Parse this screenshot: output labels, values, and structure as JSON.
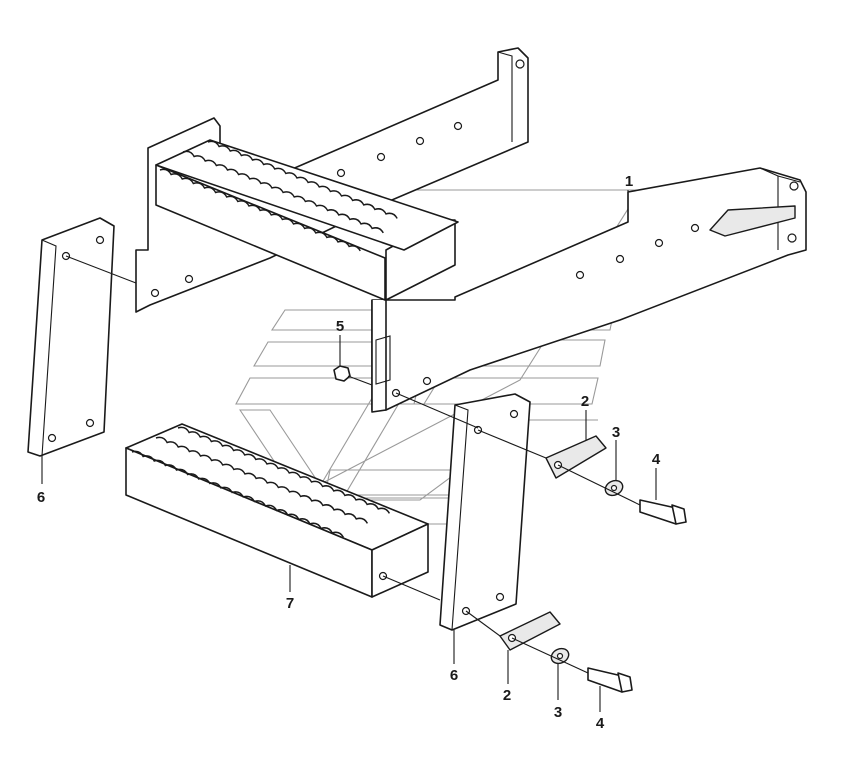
{
  "diagram": {
    "callouts": [
      {
        "id": "c1",
        "label": "1"
      },
      {
        "id": "c2a",
        "label": "2"
      },
      {
        "id": "c3a",
        "label": "3"
      },
      {
        "id": "c4a",
        "label": "4"
      },
      {
        "id": "c5",
        "label": "5"
      },
      {
        "id": "c6a",
        "label": "6"
      },
      {
        "id": "c7",
        "label": "7"
      },
      {
        "id": "c6b",
        "label": "6"
      },
      {
        "id": "c2b",
        "label": "2"
      },
      {
        "id": "c3b",
        "label": "3"
      },
      {
        "id": "c4b",
        "label": "4"
      }
    ]
  }
}
